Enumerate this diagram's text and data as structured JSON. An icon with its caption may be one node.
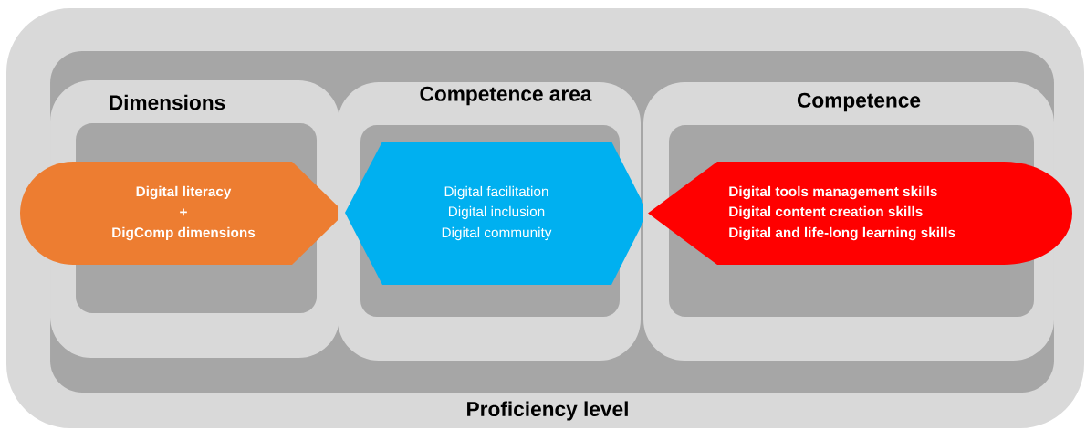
{
  "diagram": {
    "nodes": [
      {
        "text": [
          "Proficiency level"
        ]
      },
      {
        "text": [],
        "shape": "box",
        "in": 0
      },
      {
        "text": [
          "Dimensions"
        ],
        "in": 1
      },
      {
        "text": [],
        "shape": "box",
        "in": 2
      },
      {
        "text": [
          "Digital literacy",
          "+",
          "DigComp dimensions"
        ],
        "in": 0
      },
      {
        "text": [
          "Competence area"
        ],
        "in": 1
      },
      {
        "text": [],
        "shape": "box",
        "in": 5
      },
      {
        "text": [
          "Digital facilitation",
          "Digital inclusion",
          "Digital community"
        ],
        "in": 5
      },
      {
        "text": [
          "Competence"
        ],
        "in": 1
      },
      {
        "text": [],
        "shape": "box",
        "in": 8
      },
      {
        "text": [
          "Digital tools management skills",
          "Digital content creation skills",
          "Digital and life-long learning skills"
        ],
        "in": 8
      }
    ],
    "edges": []
  }
}
